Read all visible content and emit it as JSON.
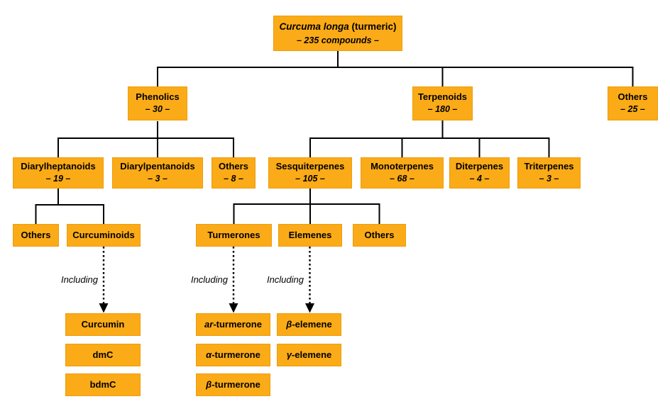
{
  "figure_title": "Curcuma longa (turmeric) compound classification tree",
  "colors": {
    "box_fill": "#fbab17",
    "box_border": "#eb9d0e",
    "line": "#000000",
    "text": "#000000",
    "background": "#ffffff"
  },
  "nodes": {
    "root": {
      "name_italic": "Curcuma longa",
      "name_rest": " (turmeric)",
      "count": "– 235 compounds –"
    },
    "phenolics": {
      "name": "Phenolics",
      "count": "– 30 –"
    },
    "terpenoids": {
      "name": "Terpenoids",
      "count": "– 180 –"
    },
    "others_top": {
      "name": "Others",
      "count": "– 25 –"
    },
    "diarylheptanoids": {
      "name": "Diarylheptanoids",
      "count": "– 19 –"
    },
    "diarylpentanoids": {
      "name": "Diarylpentanoids",
      "count": "– 3 –"
    },
    "others_phenolics": {
      "name": "Others",
      "count": "– 8 –"
    },
    "sesquiterpenes": {
      "name": "Sesquiterpenes",
      "count": "– 105 –"
    },
    "monoterpenes": {
      "name": "Monoterpenes",
      "count": "– 68 –"
    },
    "diterpenes": {
      "name": "Diterpenes",
      "count": "– 4 –"
    },
    "triterpenes": {
      "name": "Triterpenes",
      "count": "– 3 –"
    },
    "others_diaryl": {
      "name": "Others"
    },
    "curcuminoids": {
      "name": "Curcuminoids"
    },
    "turmerones": {
      "name": "Turmerones"
    },
    "elemenes": {
      "name": "Elemenes"
    },
    "others_sesqui": {
      "name": "Others"
    },
    "curcumin": {
      "name": "Curcumin"
    },
    "dmc": {
      "name": "dmC"
    },
    "bdmc": {
      "name": "bdmC"
    },
    "ar_turmerone": {
      "name_italic": "ar",
      "name_rest": "-turmerone"
    },
    "alpha_turmerone": {
      "name_italic": "α",
      "name_rest": "-turmerone"
    },
    "beta_turmerone": {
      "name_italic": "β",
      "name_rest": "-turmerone"
    },
    "beta_elemene": {
      "name_italic": "β",
      "name_rest": "-elemene"
    },
    "gamma_elemene": {
      "name_italic": "γ",
      "name_rest": "-elemene"
    }
  },
  "annotations": {
    "including_curcuminoids": "Including",
    "including_turmerones": "Including",
    "including_elemenes": "Including"
  }
}
